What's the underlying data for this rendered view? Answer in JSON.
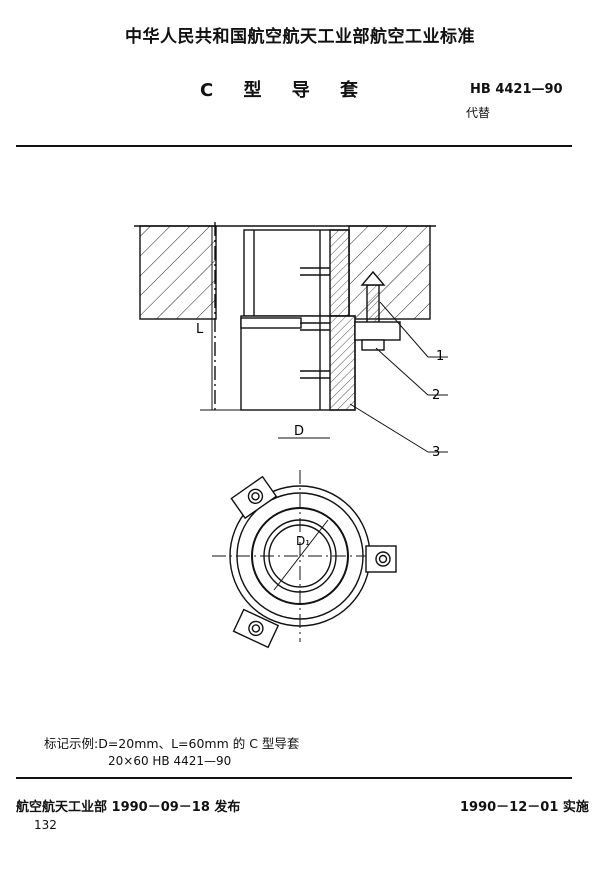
{
  "header": {
    "organization": "中华人民共和国航空航天工业部航空工业标准",
    "title": "C 型 导 套",
    "standard_number": "HB 4421—90",
    "replaces": "代替"
  },
  "drawing": {
    "labels": {
      "l": "L",
      "d": "D",
      "d1": "D₁",
      "p1": "1",
      "p2": "2",
      "p3": "3"
    }
  },
  "example": {
    "text": "标记示例:D=20mm、L=60mm 的 C 型导套",
    "marking": "20×60  HB 4421—90"
  },
  "footer": {
    "issued": "航空航天工业部 1990－09－18 发布",
    "effective": "1990－12－01 实施",
    "page": "132"
  }
}
